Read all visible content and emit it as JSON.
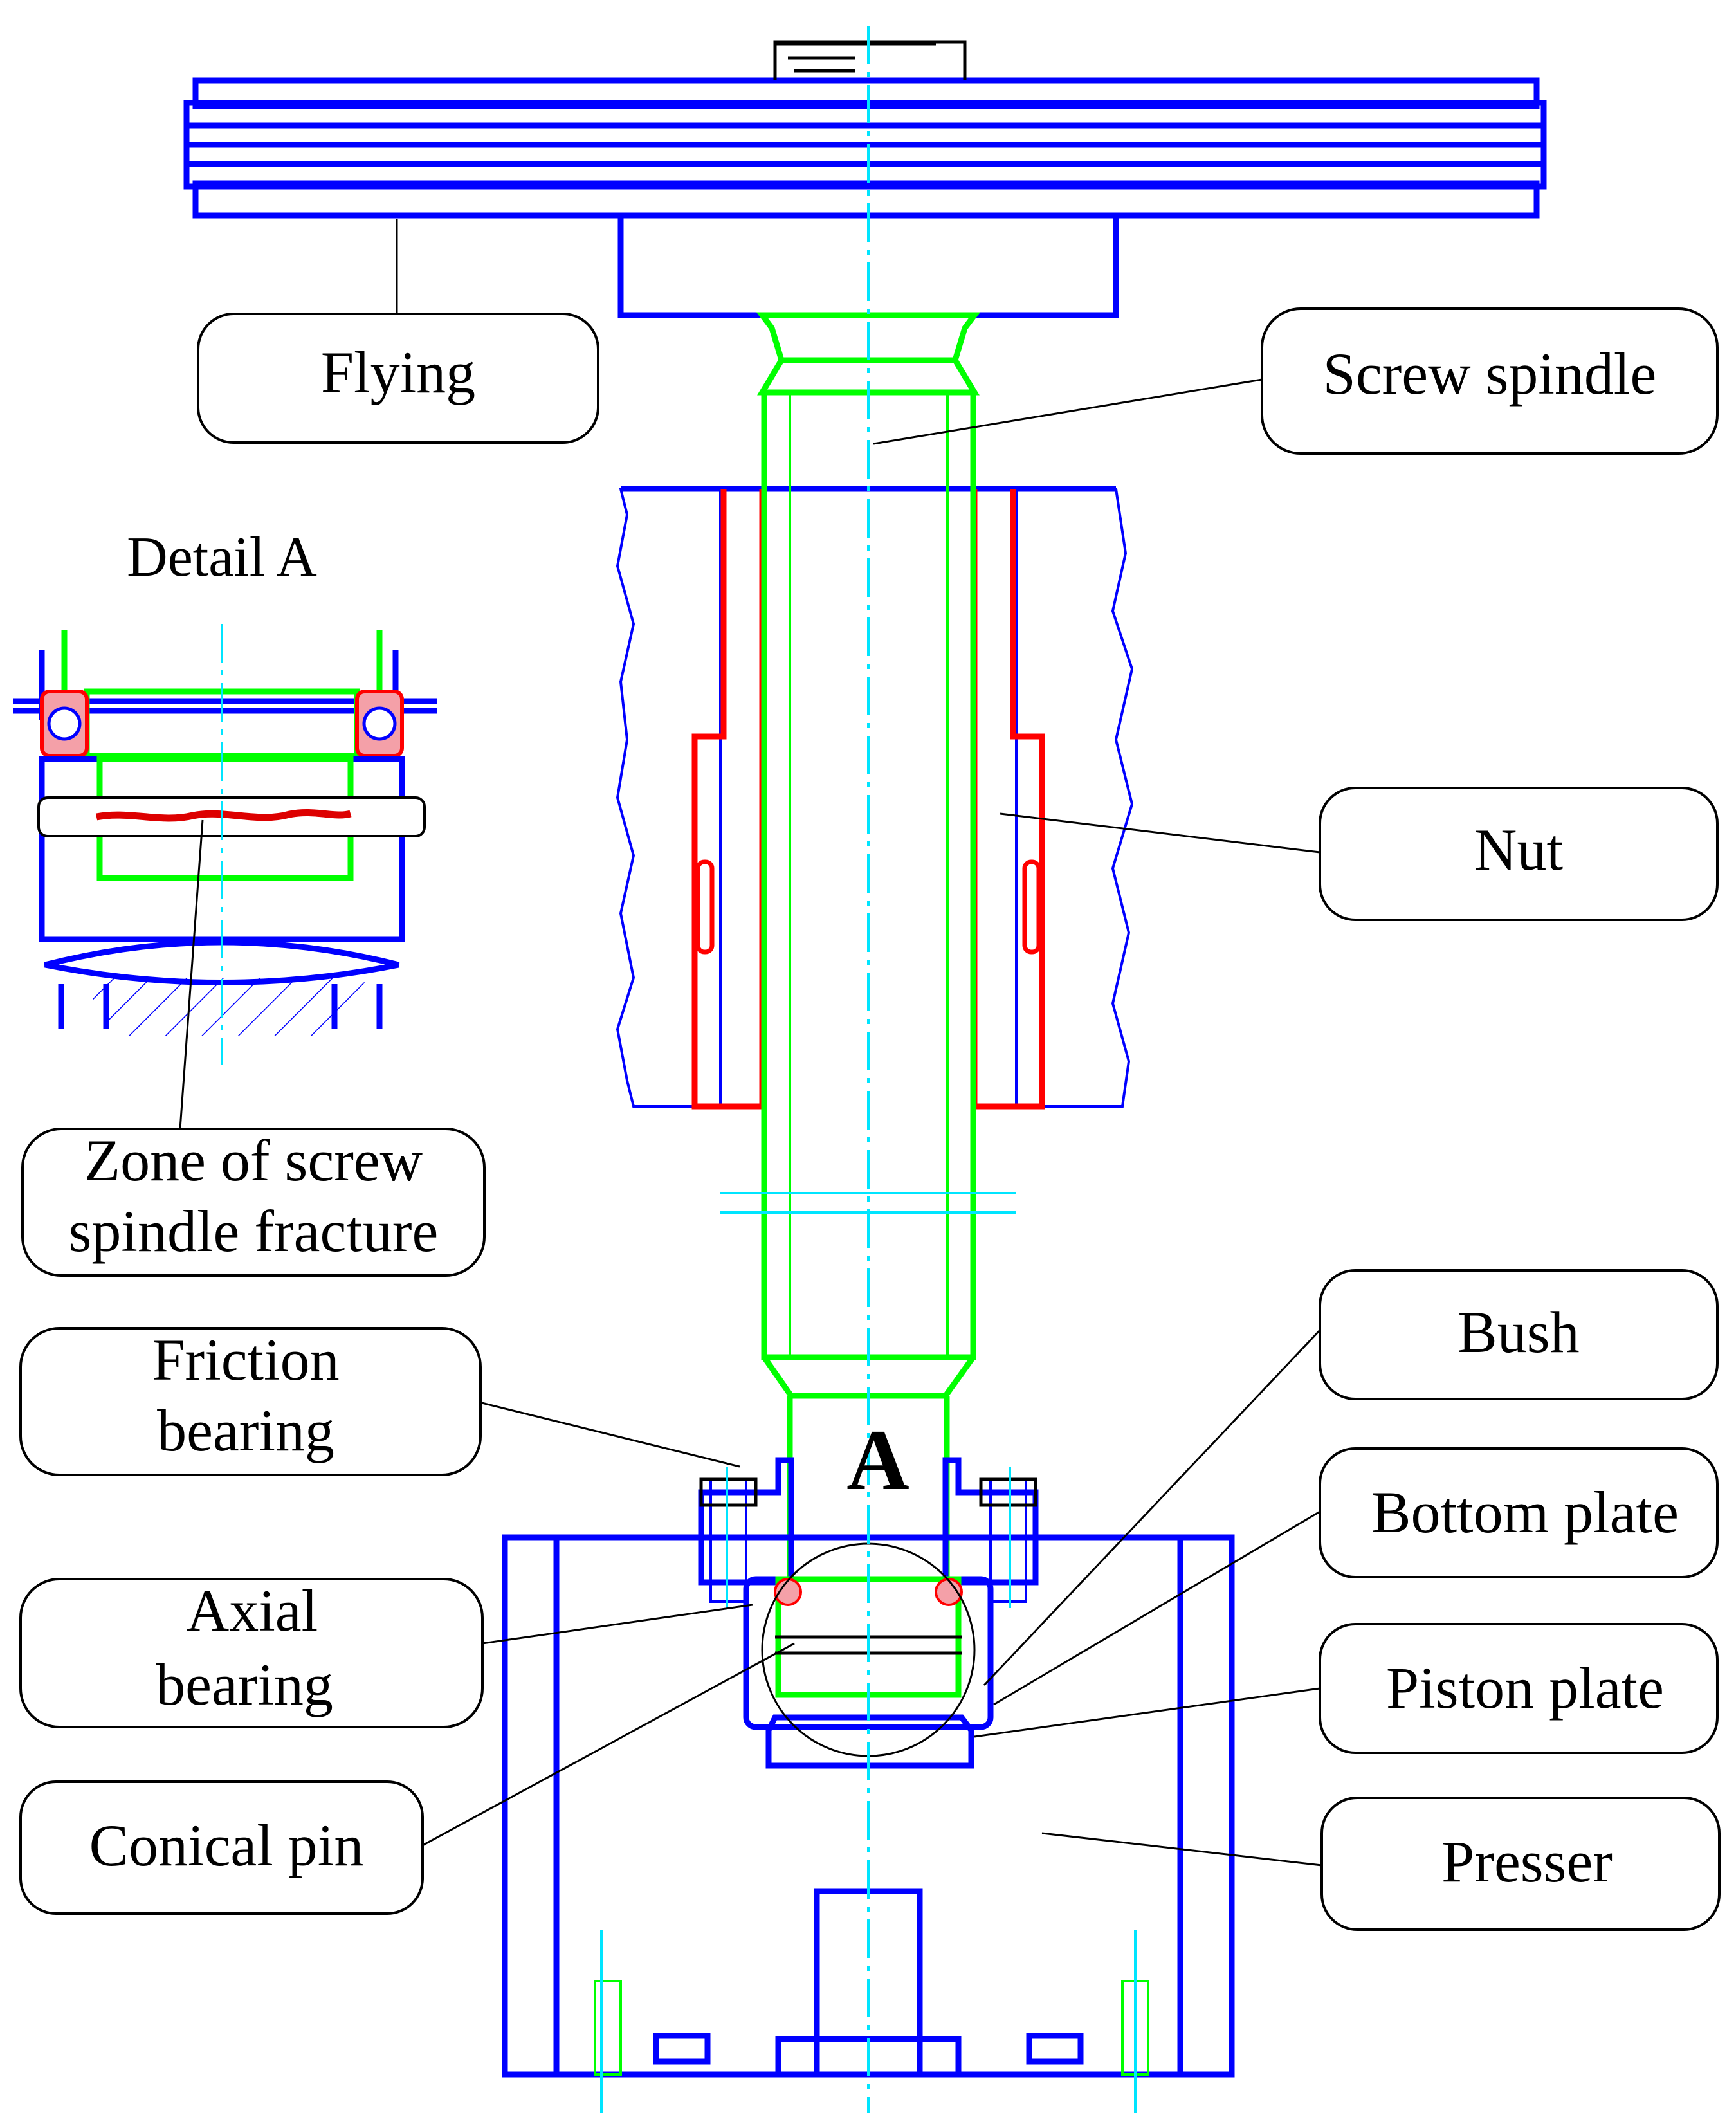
{
  "labels": {
    "flying": "Flying",
    "screw_spindle": "Screw spindle",
    "detail_a": "Detail A",
    "nut": "Nut",
    "zone_line1": "Zone of screw",
    "zone_line2": "spindle fracture",
    "bush": "Bush",
    "friction_line1": "Friction",
    "friction_line2": "bearing",
    "bottom_plate": "Bottom plate",
    "marker_a": "A",
    "axial_line1": "Axial",
    "axial_line2": "bearing",
    "piston_plate": "Piston plate",
    "conical_pin": "Conical pin",
    "presser": "Presser"
  },
  "colors": {
    "outline_blue": "#0000ff",
    "spindle_green": "#00ff00",
    "nut_red": "#ff0000",
    "axis_cyan": "#00e5ff",
    "bearing_pink": "#f4a0a8",
    "hatch_blue": "#0000ff",
    "hatch_gray": "#3a3a5a"
  }
}
